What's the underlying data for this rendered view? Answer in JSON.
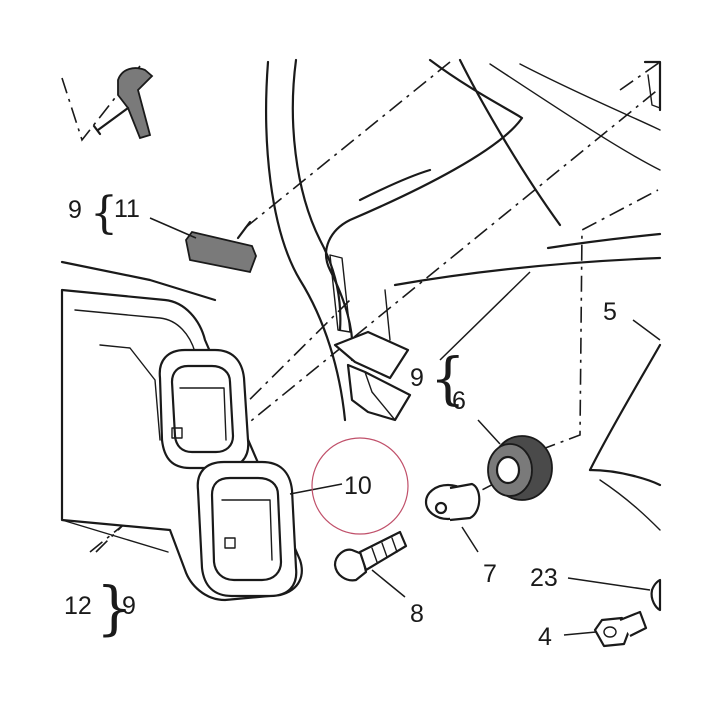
{
  "callouts": {
    "c5": "5",
    "c6": "6",
    "c7": "7",
    "c8": "8",
    "c9a": "9",
    "c9b": "9",
    "c9c": "9",
    "c10": "10",
    "c11": "11",
    "c12": "12",
    "c23": "23",
    "c4": "4"
  },
  "braces": {
    "open": "{",
    "close": "}"
  },
  "colors": {
    "ink": "#1a1a1a",
    "highlight_circle": "#c0506a"
  }
}
